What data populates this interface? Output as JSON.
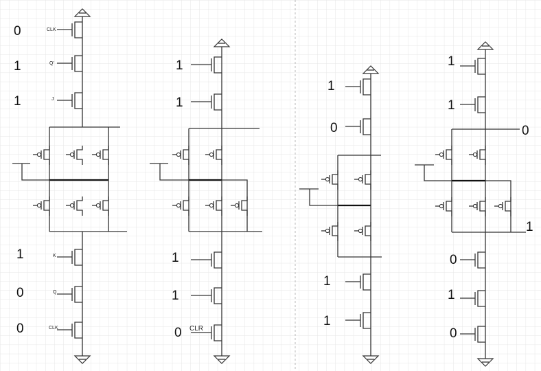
{
  "circuit_1": {
    "values": {
      "clk_top": "0",
      "q_bar": "1",
      "j": "1",
      "k": "1",
      "q": "0",
      "clk_bottom": "0"
    },
    "pin_labels": {
      "clk_top": "CLK",
      "q_bar": "Q'",
      "j": "J",
      "k": "K",
      "q": "Q",
      "clk_bottom": "CLK"
    }
  },
  "circuit_2": {
    "values": {
      "top_1": "1",
      "top_2": "1",
      "bottom_1": "1",
      "bottom_2": "1",
      "clr": "0"
    },
    "pin_labels": {
      "clr": "CLR"
    }
  },
  "circuit_3": {
    "values": {
      "top_1": "1",
      "top_2": "0",
      "bottom_1": "1",
      "bottom_2": "1"
    }
  },
  "circuit_4": {
    "values": {
      "top_1": "1",
      "top_2": "1",
      "right_top": "0",
      "right_bottom": "1",
      "bottom_1": "0",
      "bottom_2": "1",
      "bottom_3": "0"
    }
  }
}
